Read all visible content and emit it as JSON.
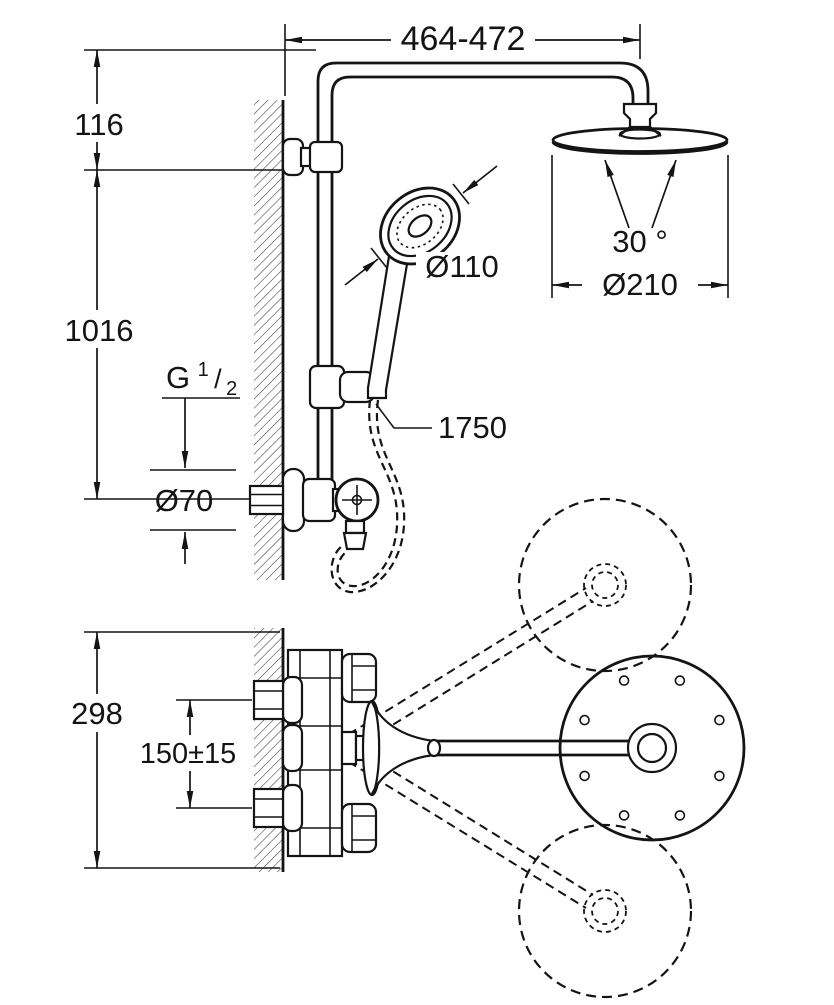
{
  "dims": {
    "top_width": "464-472",
    "top_offset": "116",
    "rail_height": "1016",
    "thread_g": "G",
    "thread_num": "1",
    "thread_slash": "/",
    "thread_den": "2",
    "escutcheon_dia": "Ø70",
    "handshower_dia": "Ø110",
    "hose_length": "1750",
    "head_tilt": "30 °",
    "head_dia": "Ø210",
    "plate_height": "298",
    "supply_distance": "150±15"
  }
}
